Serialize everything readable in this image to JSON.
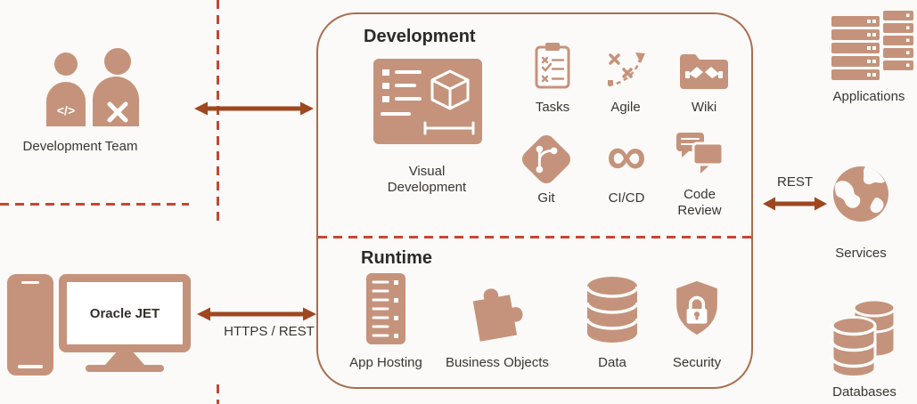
{
  "colors": {
    "icon_tan": "#C5937B",
    "arrow_rust": "#9E4720",
    "dashed_red": "#C74634",
    "box_border": "#A96E4E",
    "text": "#3A352F",
    "background": "#FBFAF8"
  },
  "icons": {
    "code_glyph": "</>",
    "infinity_glyph": "∞"
  },
  "left": {
    "dev_team_label": "Development Team",
    "oracle_jet_label": "Oracle JET"
  },
  "arrows": {
    "https_rest_label": "HTTPS / REST",
    "rest_label": "REST"
  },
  "box": {
    "development": {
      "title": "Development",
      "visual_development_label": "Visual Development",
      "items": [
        {
          "label": "Tasks"
        },
        {
          "label": "Agile"
        },
        {
          "label": "Wiki"
        },
        {
          "label": "Git"
        },
        {
          "label": "CI/CD"
        },
        {
          "label": "Code Review"
        }
      ]
    },
    "runtime": {
      "title": "Runtime",
      "items": [
        {
          "label": "App Hosting"
        },
        {
          "label": "Business Objects"
        },
        {
          "label": "Data"
        },
        {
          "label": "Security"
        }
      ]
    }
  },
  "right": {
    "applications_label": "Applications",
    "services_label": "Services",
    "databases_label": "Databases"
  }
}
